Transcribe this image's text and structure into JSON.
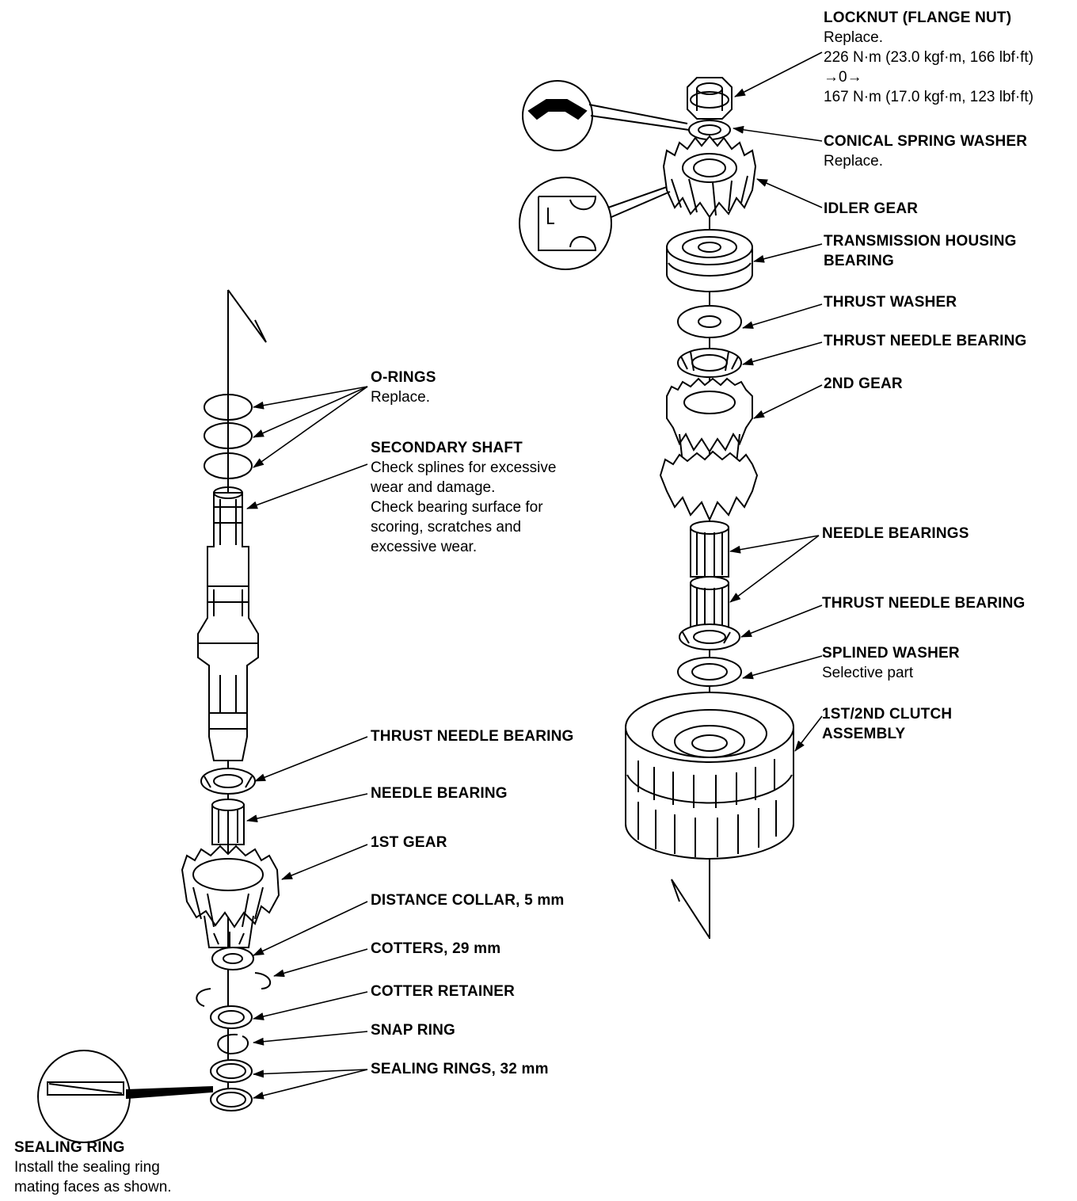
{
  "labels": {
    "locknut": {
      "title": "LOCKNUT (FLANGE NUT)",
      "notes": [
        "Replace.",
        "226 N·m (23.0 kgf·m, 166 lbf·ft)",
        "→0→",
        "167 N·m (17.0 kgf·m, 123 lbf·ft)"
      ]
    },
    "conical_spring_washer": {
      "title": "CONICAL SPRING WASHER",
      "notes": [
        "Replace."
      ]
    },
    "idler_gear": {
      "title": "IDLER GEAR",
      "notes": []
    },
    "transmission_housing_bearing": {
      "title": "TRANSMISSION HOUSING",
      "notes": [],
      "title2": "BEARING"
    },
    "thrust_washer": {
      "title": "THRUST WASHER",
      "notes": []
    },
    "thrust_needle_bearing_r1": {
      "title": "THRUST NEEDLE BEARING",
      "notes": []
    },
    "second_gear": {
      "title": "2ND GEAR",
      "notes": []
    },
    "needle_bearings_r": {
      "title": "NEEDLE BEARINGS",
      "notes": []
    },
    "thrust_needle_bearing_r2": {
      "title": "THRUST NEEDLE BEARING",
      "notes": []
    },
    "splined_washer": {
      "title": "SPLINED WASHER",
      "notes": [
        "Selective part"
      ]
    },
    "clutch_assembly": {
      "title": "1ST/2ND CLUTCH",
      "notes": [],
      "title2": "ASSEMBLY"
    },
    "o_rings": {
      "title": "O-RINGS",
      "notes": [
        "Replace."
      ]
    },
    "secondary_shaft": {
      "title": "SECONDARY SHAFT",
      "notes": [
        "Check splines for excessive",
        "wear and damage.",
        "Check bearing surface for",
        "scoring, scratches and",
        "excessive wear."
      ]
    },
    "thrust_needle_bearing_l": {
      "title": "THRUST NEEDLE BEARING",
      "notes": []
    },
    "needle_bearing_l": {
      "title": "NEEDLE BEARING",
      "notes": []
    },
    "first_gear": {
      "title": "1ST GEAR",
      "notes": []
    },
    "distance_collar": {
      "title": "DISTANCE COLLAR, 5 mm",
      "notes": []
    },
    "cotters": {
      "title": "COTTERS, 29 mm",
      "notes": []
    },
    "cotter_retainer": {
      "title": "COTTER RETAINER",
      "notes": []
    },
    "snap_ring": {
      "title": "SNAP RING",
      "notes": []
    },
    "sealing_rings": {
      "title": "SEALING RINGS, 32 mm",
      "notes": []
    },
    "sealing_ring": {
      "title": "SEALING RING",
      "notes": [
        "Install the sealing ring",
        "mating faces as shown."
      ]
    }
  }
}
